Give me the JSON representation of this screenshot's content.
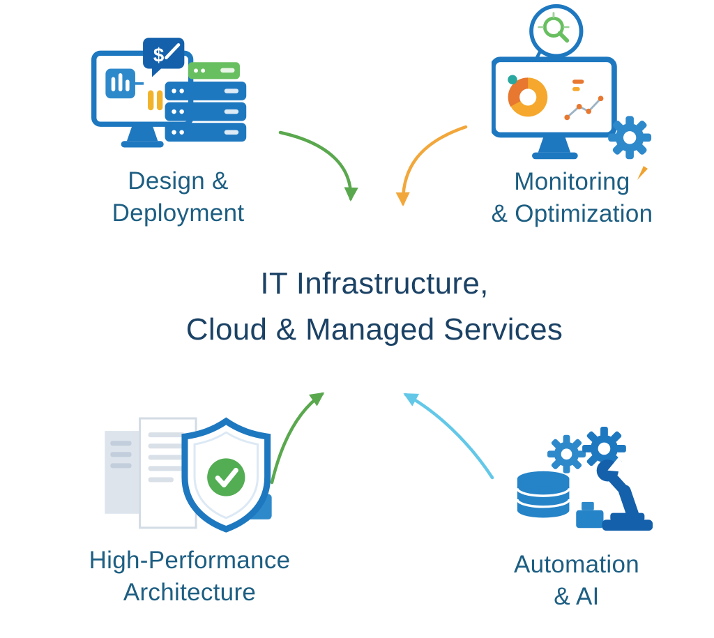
{
  "diagram": {
    "center_title": {
      "line1": "IT Infrastructure,",
      "line2": "Cloud & Managed Services"
    },
    "quadrants": {
      "design_deployment": {
        "line1": "Design &",
        "line2": "Deployment",
        "icon": "design-deployment-icon"
      },
      "monitoring_optimization": {
        "line1": "Monitoring",
        "line2": "& Optimization",
        "icon": "monitoring-optimization-icon"
      },
      "high_performance_architecture": {
        "line1": "High-Performance",
        "line2": "Architecture",
        "icon": "high-performance-architecture-icon"
      },
      "automation_ai": {
        "line1": "Automation",
        "line2": "& AI",
        "icon": "automation-ai-icon"
      }
    },
    "icon_text": {
      "dollar": "$"
    },
    "arrows": [
      {
        "name": "arrow-design-to-center",
        "color": "#5aa84e",
        "direction": "top-left-to-center"
      },
      {
        "name": "arrow-monitoring-to-center",
        "color": "#f2a73b",
        "direction": "top-right-to-center"
      },
      {
        "name": "arrow-architecture-to-center",
        "color": "#5aa84e",
        "direction": "bottom-left-to-center"
      },
      {
        "name": "arrow-automation-to-center",
        "color": "#63c8e8",
        "direction": "bottom-right-to-center"
      }
    ],
    "colors": {
      "background": "#ffffff",
      "title_text": "#1b4265",
      "label_text": "#1d5e82",
      "icon_blue_dark": "#1460ab",
      "icon_blue": "#1e78c0",
      "icon_blue_light": "#2e89cb",
      "icon_green": "#68bf60",
      "icon_check_green": "#53ad53",
      "icon_yellow": "#f2b32c",
      "icon_orange": "#e8772f",
      "icon_teal": "#2aa8a0",
      "arrow_green": "#5aa84e",
      "arrow_orange": "#f2a73b",
      "arrow_cyan": "#63c8e8"
    }
  }
}
